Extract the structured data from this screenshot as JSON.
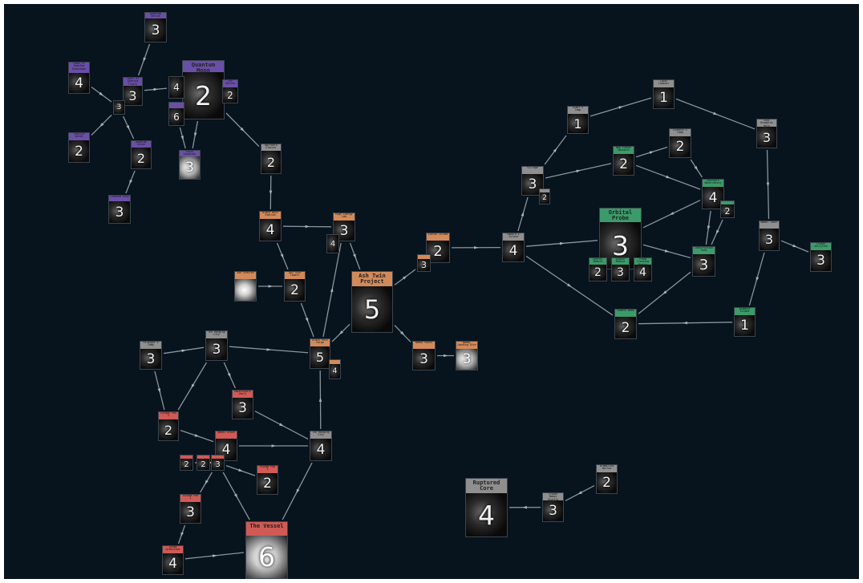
{
  "colors": {
    "background": "#07131d",
    "edge": "#8a949c",
    "purple": "#6a4fa8",
    "grey": "#8f8f8f",
    "orange": "#d28a5a",
    "green": "#3c9b6a",
    "red": "#d05a55"
  },
  "nodes": [
    {
      "id": "p_top",
      "label": "Quantum Shrine",
      "number": "3",
      "group": "purple"
    },
    {
      "id": "p_left_top",
      "label": "Tower of Quantum Knowledge",
      "number": "4",
      "group": "purple"
    },
    {
      "id": "p_tower",
      "label": "Tower of Quantum Trials",
      "number": "3",
      "group": "purple"
    },
    {
      "id": "p_small",
      "label": "",
      "number": "3",
      "group": "purple"
    },
    {
      "id": "p_qm",
      "label": "Quantum Moon",
      "number": "2",
      "group": "purple"
    },
    {
      "id": "p_s4",
      "label": "",
      "number": "4",
      "group": "purple"
    },
    {
      "id": "p_s6",
      "label": "",
      "number": "6",
      "group": "purple"
    },
    {
      "id": "p_right",
      "label": "Eye Shrine",
      "number": "2",
      "group": "purple"
    },
    {
      "id": "p_left_bot",
      "label": "Shuttle Wreck",
      "number": "2",
      "group": "purple"
    },
    {
      "id": "p_mid",
      "label": "Quantum Grove",
      "number": "2",
      "group": "purple"
    },
    {
      "id": "p_under",
      "label": "Sixth Location",
      "number": "3",
      "group": "purple",
      "bright": true
    },
    {
      "id": "p_bottom",
      "label": "Crashed Ship",
      "number": "3",
      "group": "purple"
    },
    {
      "id": "g_northern",
      "label": "Northern Glacier",
      "number": "2",
      "group": "grey"
    },
    {
      "id": "o_black",
      "label": "Black Hole Station",
      "number": "4",
      "group": "orange"
    },
    {
      "id": "o_highenergy",
      "label": "High Energy Lab",
      "number": "3",
      "group": "orange"
    },
    {
      "id": "o_small4",
      "label": "",
      "number": "4",
      "group": "orange"
    },
    {
      "id": "o_sunstation",
      "label": "Sun Station",
      "number": "",
      "group": "orange",
      "bright": true
    },
    {
      "id": "o_ashtowers",
      "label": "Ash Twin Towers",
      "number": "2",
      "group": "orange"
    },
    {
      "id": "o_atp",
      "label": "Ash Twin Project",
      "number": "5",
      "group": "orange"
    },
    {
      "id": "o_station",
      "label": "Statue Island",
      "number": "2",
      "group": "orange"
    },
    {
      "id": "o_small3",
      "label": "",
      "number": "3",
      "group": "orange"
    },
    {
      "id": "o_forge",
      "label": "Black Hole Forge",
      "number": "5",
      "group": "orange"
    },
    {
      "id": "o_small_forge",
      "label": "",
      "number": "4",
      "group": "orange"
    },
    {
      "id": "o_mines",
      "label": "Nomai Mines",
      "number": "3",
      "group": "orange"
    },
    {
      "id": "o_launch",
      "label": "Nomai Landing Site",
      "number": "3",
      "group": "orange",
      "bright": true
    },
    {
      "id": "g_observatory",
      "label": "Gabbro's Island",
      "number": "4",
      "group": "grey"
    },
    {
      "id": "g_village",
      "label": "Village",
      "number": "3",
      "group": "grey"
    },
    {
      "id": "g_vsmall",
      "label": "",
      "number": "2",
      "group": "grey"
    },
    {
      "id": "g_esker",
      "label": "Esker's Camp",
      "number": "1",
      "group": "grey"
    },
    {
      "id": "g_lunar",
      "label": "Lunar Lookout",
      "number": "1",
      "group": "grey"
    },
    {
      "id": "g_riebeck",
      "label": "Riebeck's Camp",
      "number": "2",
      "group": "grey"
    },
    {
      "id": "g_eastbrow",
      "label": "East Brambles Hole",
      "number": "3",
      "group": "grey"
    },
    {
      "id": "gr_mapping",
      "label": "Map Planet Sponsors",
      "number": "2",
      "group": "green"
    },
    {
      "id": "gr_quantum",
      "label": "Southern Observatory",
      "number": "4",
      "group": "green"
    },
    {
      "id": "gr_qsmall",
      "label": "",
      "number": "2",
      "group": "green"
    },
    {
      "id": "gr_orbital",
      "label": "Orbital Probe Cannon",
      "number": "3",
      "group": "green"
    },
    {
      "id": "gr_os1",
      "label": "Control Module",
      "number": "2",
      "group": "green"
    },
    {
      "id": "gr_os2",
      "label": "Launch Module",
      "number": "3",
      "group": "green"
    },
    {
      "id": "gr_os3",
      "label": "Probe Tracking Module",
      "number": "4",
      "group": "green"
    },
    {
      "id": "gr_construction",
      "label": "Construction Yard",
      "number": "3",
      "group": "green"
    },
    {
      "id": "g_right",
      "label": "Nomai Tower",
      "number": "3",
      "group": "grey"
    },
    {
      "id": "gr_frozen",
      "label": "Frozen Jellyfish",
      "number": "3",
      "group": "green"
    },
    {
      "id": "gr_giants",
      "label": "Giants Deep",
      "number": "2",
      "group": "green"
    },
    {
      "id": "gr_bramble",
      "label": "Bramble Island",
      "number": "1",
      "group": "green"
    },
    {
      "id": "g_ruptured",
      "label": "Ruptured Core",
      "number": "4",
      "group": "grey"
    },
    {
      "id": "g_frozen_s",
      "label": "Frozen Nomai Shuttle",
      "number": "3",
      "group": "grey"
    },
    {
      "id": "g_brambling",
      "label": "Brambling Hollow",
      "number": "2",
      "group": "grey"
    },
    {
      "id": "g_feldspar",
      "label": "Feldspar's Camp",
      "number": "3",
      "group": "grey"
    },
    {
      "id": "g_dark",
      "label": "The Hanging City",
      "number": "3",
      "group": "grey"
    },
    {
      "id": "r_escape",
      "label": "Escape Pod 3",
      "number": "2",
      "group": "red"
    },
    {
      "id": "r_observ",
      "label": "Observatory Vault",
      "number": "3",
      "group": "red"
    },
    {
      "id": "r_nest",
      "label": "Nomai Grave",
      "number": "4",
      "group": "red"
    },
    {
      "id": "r_s1",
      "label": "",
      "number": "2",
      "group": "red"
    },
    {
      "id": "r_s2",
      "label": "",
      "number": "2",
      "group": "red"
    },
    {
      "id": "r_s3",
      "label": "",
      "number": "3",
      "group": "red"
    },
    {
      "id": "r_escape2",
      "label": "Escape Pod 2",
      "number": "2",
      "group": "red"
    },
    {
      "id": "r_escape1",
      "label": "Escape Pod 1",
      "number": "3",
      "group": "red"
    },
    {
      "id": "r_vessel",
      "label": "The Vessel",
      "number": "6",
      "group": "red",
      "bright": true
    },
    {
      "id": "r_dream",
      "label": "Dream Arboretum",
      "number": "4",
      "group": "red"
    },
    {
      "id": "g_hanging",
      "label": "The Hanging City",
      "number": "4",
      "group": "grey"
    }
  ],
  "edges": [
    [
      "p_top",
      "p_tower"
    ],
    [
      "p_left_top",
      "p_small"
    ],
    [
      "p_tower",
      "p_small"
    ],
    [
      "p_small",
      "p_left_bot"
    ],
    [
      "p_small",
      "p_mid"
    ],
    [
      "p_tower",
      "p_s4"
    ],
    [
      "p_s4",
      "p_qm"
    ],
    [
      "p_qm",
      "p_right"
    ],
    [
      "p_mid",
      "p_bottom"
    ],
    [
      "p_s6",
      "p_under"
    ],
    [
      "p_qm",
      "p_under"
    ],
    [
      "p_qm",
      "g_northern"
    ],
    [
      "g_northern",
      "o_black"
    ],
    [
      "o_black",
      "o_highenergy"
    ],
    [
      "o_black",
      "o_ashtowers"
    ],
    [
      "o_highenergy",
      "o_atp"
    ],
    [
      "o_sunstation",
      "o_ashtowers"
    ],
    [
      "o_ashtowers",
      "o_forge"
    ],
    [
      "o_atp",
      "o_forge"
    ],
    [
      "o_atp",
      "o_small3"
    ],
    [
      "o_small3",
      "o_station"
    ],
    [
      "o_station",
      "g_observatory"
    ],
    [
      "o_atp",
      "o_mines"
    ],
    [
      "o_mines",
      "o_launch"
    ],
    [
      "o_forge",
      "o_highenergy"
    ],
    [
      "g_dark",
      "o_forge"
    ],
    [
      "g_hanging",
      "o_forge"
    ],
    [
      "g_observatory",
      "g_village"
    ],
    [
      "g_village",
      "g_esker"
    ],
    [
      "g_esker",
      "g_lunar"
    ],
    [
      "g_lunar",
      "g_eastbrow"
    ],
    [
      "g_village",
      "gr_mapping"
    ],
    [
      "gr_mapping",
      "g_riebeck"
    ],
    [
      "gr_mapping",
      "gr_quantum"
    ],
    [
      "g_riebeck",
      "gr_quantum"
    ],
    [
      "gr_quantum",
      "gr_orbital"
    ],
    [
      "gr_orbital",
      "gr_construction"
    ],
    [
      "gr_quantum",
      "gr_construction"
    ],
    [
      "gr_qsmall",
      "gr_construction"
    ],
    [
      "g_observatory",
      "gr_orbital"
    ],
    [
      "g_observatory",
      "gr_giants"
    ],
    [
      "gr_construction",
      "gr_giants"
    ],
    [
      "gr_bramble",
      "gr_giants"
    ],
    [
      "g_right",
      "gr_bramble"
    ],
    [
      "g_eastbrow",
      "g_right"
    ],
    [
      "g_right",
      "gr_frozen"
    ],
    [
      "g_brambling",
      "g_frozen_s"
    ],
    [
      "g_frozen_s",
      "g_ruptured"
    ],
    [
      "g_feldspar",
      "g_dark"
    ],
    [
      "g_feldspar",
      "r_escape"
    ],
    [
      "g_dark",
      "r_escape"
    ],
    [
      "g_dark",
      "r_observ"
    ],
    [
      "r_observ",
      "g_hanging"
    ],
    [
      "r_escape",
      "r_nest"
    ],
    [
      "r_nest",
      "g_hanging"
    ],
    [
      "r_nest",
      "r_s3"
    ],
    [
      "r_s3",
      "r_escape2"
    ],
    [
      "r_s3",
      "r_escape1"
    ],
    [
      "r_s3",
      "r_vessel"
    ],
    [
      "r_escape1",
      "r_dream"
    ],
    [
      "r_dream",
      "r_vessel"
    ],
    [
      "g_hanging",
      "r_vessel"
    ],
    [
      "r_s1",
      "r_s3"
    ],
    [
      "r_s2",
      "r_s3"
    ]
  ]
}
